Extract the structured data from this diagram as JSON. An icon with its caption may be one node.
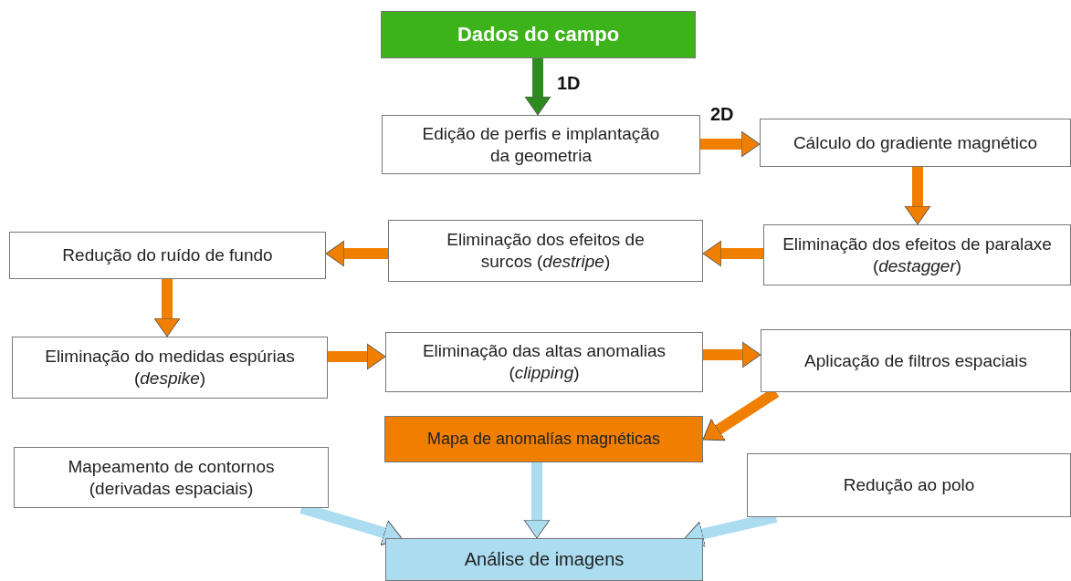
{
  "diagram": {
    "nodes": [
      {
        "text": [
          "Dados do campo"
        ]
      },
      {
        "text": [
          "Edição de perfis  e implantação da geometria"
        ]
      },
      {
        "text": [
          "Cálculo do gradiente magnético"
        ]
      },
      {
        "text": [
          "Eliminação dos efeitos de paralaxe (*destagger*)"
        ]
      },
      {
        "text": [
          "Eliminação dos efeitos de surcos (*destripe*)"
        ]
      },
      {
        "text": [
          "Redução do ruído de fundo"
        ]
      },
      {
        "text": [
          "Eliminação do medidas espúrias (*despike*)"
        ]
      },
      {
        "text": [
          "Eliminação das altas anomalias (*clipping*)"
        ]
      },
      {
        "text": [
          "Aplicação de filtros espaciais"
        ]
      },
      {
        "text": [
          "Mapa de anomalías magnéticas"
        ]
      },
      {
        "text": [
          "Mapeamento de contornos (derivadas espaciais)"
        ]
      },
      {
        "text": [
          "Redução ao polo"
        ]
      },
      {
        "text": [
          "Análise de imagens"
        ]
      }
    ],
    "edges": [
      {
        "from": 0,
        "to": 1,
        "arrow": "to",
        "label": "1D",
        "color": "#2e8b1e"
      },
      {
        "from": 1,
        "to": 2,
        "arrow": "to",
        "label": "2D"
      },
      {
        "from": 2,
        "to": 3,
        "arrow": "to"
      },
      {
        "from": 3,
        "to": 4,
        "arrow": "to"
      },
      {
        "from": 4,
        "to": 5,
        "arrow": "to"
      },
      {
        "from": 5,
        "to": 6,
        "arrow": "to"
      },
      {
        "from": 6,
        "to": 7,
        "arrow": "to"
      },
      {
        "from": 7,
        "to": 8,
        "arrow": "to"
      },
      {
        "from": 8,
        "to": 9,
        "arrow": "to"
      },
      {
        "from": 9,
        "to": 12,
        "arrow": "to",
        "color": "#abdcf0"
      },
      {
        "from": 10,
        "to": 12,
        "arrow": "to",
        "color": "#abdcf0"
      },
      {
        "from": 11,
        "to": 12,
        "arrow": "to",
        "color": "#abdcf0"
      }
    ]
  }
}
